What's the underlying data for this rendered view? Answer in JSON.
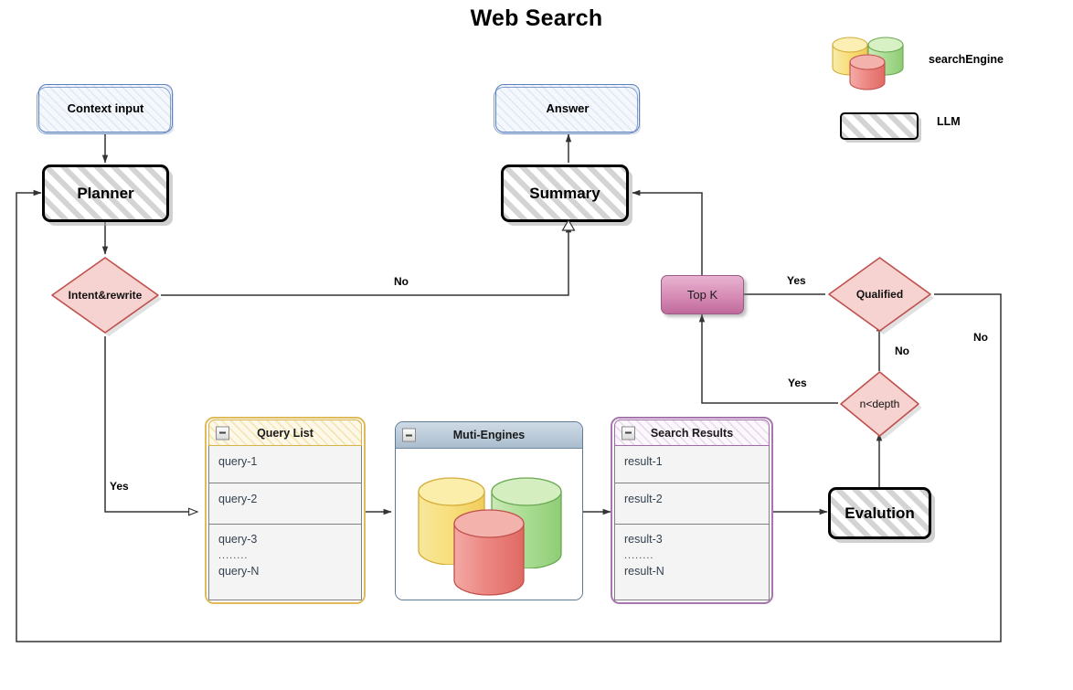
{
  "title": "Web Search",
  "nodes": {
    "context_input": "Context input",
    "planner": "Planner",
    "intent_rewrite": "Intent&rewrite",
    "answer": "Answer",
    "summary": "Summary",
    "top_k": "Top K",
    "qualified": "Qualified",
    "n_depth": "n<depth",
    "evaluation": "Evalution"
  },
  "panels": {
    "query_list": {
      "title": "Query List",
      "minimize_icon": "minimize-icon",
      "rows": [
        {
          "lines": [
            "query-1"
          ]
        },
        {
          "lines": [
            "query-2"
          ]
        },
        {
          "lines": [
            "query-3",
            "........",
            "query-N"
          ]
        }
      ]
    },
    "engines": {
      "title": "Muti-Engines",
      "minimize_icon": "minimize-icon",
      "cylinders": [
        "yellow",
        "green",
        "red"
      ]
    },
    "search_results": {
      "title": "Search Results",
      "minimize_icon": "minimize-icon",
      "rows": [
        {
          "lines": [
            "result-1"
          ]
        },
        {
          "lines": [
            "result-2"
          ]
        },
        {
          "lines": [
            "result-3",
            "........",
            "result-N"
          ]
        }
      ]
    }
  },
  "legend": [
    {
      "label": "searchEngine",
      "icon": "three-cylinders-icon"
    },
    {
      "label": "LLM",
      "icon": "hatched-box-icon"
    }
  ],
  "edge_labels": {
    "intent_no": "No",
    "intent_yes": "Yes",
    "topk_yes": "Yes",
    "qualified_no": "No",
    "ndepth_yes": "Yes",
    "ndepth_no": "No"
  },
  "colors": {
    "diamond_fill": "#f6d2d0",
    "diamond_stroke": "#c0504d",
    "topk_fill": "#d68bb4",
    "sketchy_stroke": "#5b7fbe",
    "llm_stroke": "#000000",
    "cyl_yellow": "#f4d96a",
    "cyl_green": "#9ed48a",
    "cyl_red": "#e97a74",
    "query_header": "#e0bb5c",
    "engines_header": "#aabdcd",
    "results_header": "#a776ae"
  }
}
